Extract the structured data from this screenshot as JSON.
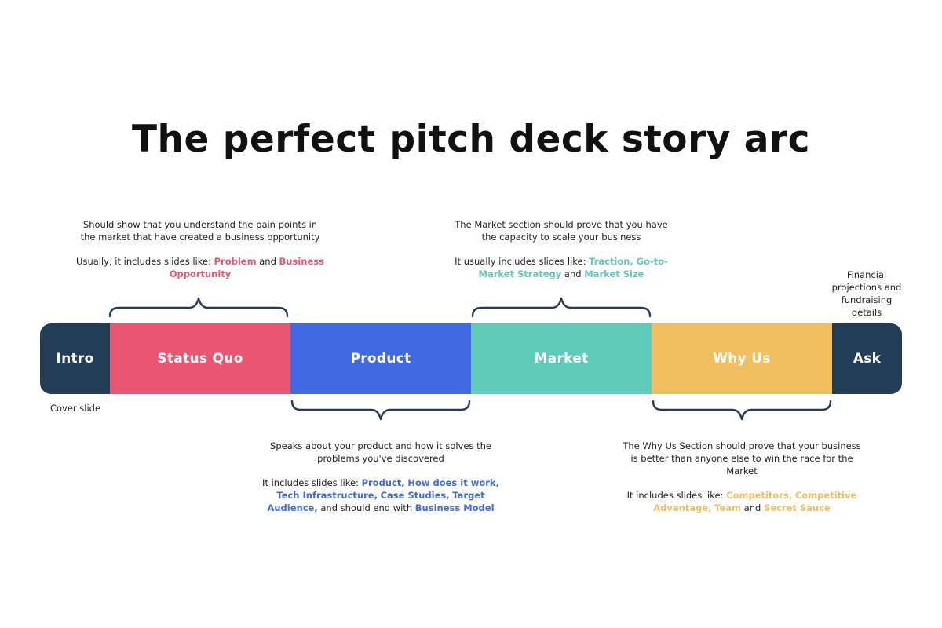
{
  "title": "The perfect pitch deck story arc",
  "colors": {
    "dark": "#243d57",
    "status_quo": "#e85671",
    "product": "#4169e1",
    "market": "#5ecbb9",
    "why_us": "#f2bf60"
  },
  "segments": [
    {
      "label": "Intro"
    },
    {
      "label": "Status Quo"
    },
    {
      "label": "Product"
    },
    {
      "label": "Market"
    },
    {
      "label": "Why Us"
    },
    {
      "label": "Ask"
    }
  ],
  "notes": {
    "status_quo": {
      "line1": "Should show that you understand the pain points in the market that have created a business opportunity",
      "prefix": "Usually, it includes slides like: ",
      "s1": "Problem",
      "sep1": " and ",
      "s2": "Business Opportunity"
    },
    "market": {
      "line1": "The Market section should prove that you have the capacity to scale your business",
      "prefix": "It usually includes slides like: ",
      "s1": "Traction,",
      "sep1": " ",
      "s2": "Go-to-Market Strategy",
      "sep2": " and ",
      "s3": "Market Size"
    },
    "ask": {
      "text": "Financial projections and fundraising details"
    },
    "intro": {
      "text": "Cover slide"
    },
    "product": {
      "line1": "Speaks about your product and how it solves the problems you've discovered",
      "prefix": "It includes slides like: ",
      "s1": "Product,",
      "sep1": " ",
      "s2": "How does it work,",
      "sep2": " ",
      "s3": "Tech Infrastructure,",
      "sep3": " ",
      "s4": "Case Studies,",
      "sep4": " ",
      "s5": "Target Audience,",
      "sep5": " and should end with ",
      "s6": "Business Model"
    },
    "why_us": {
      "line1": "The Why Us Section should prove that your business is better than anyone else to win the race for the Market",
      "prefix": "It includes slides like: ",
      "s1": "Competitors,",
      "sep1": " ",
      "s2": "Competitive Advantage,",
      "sep2": " ",
      "s3": "Team",
      "sep3": " and ",
      "s4": "Secret Sauce"
    }
  }
}
